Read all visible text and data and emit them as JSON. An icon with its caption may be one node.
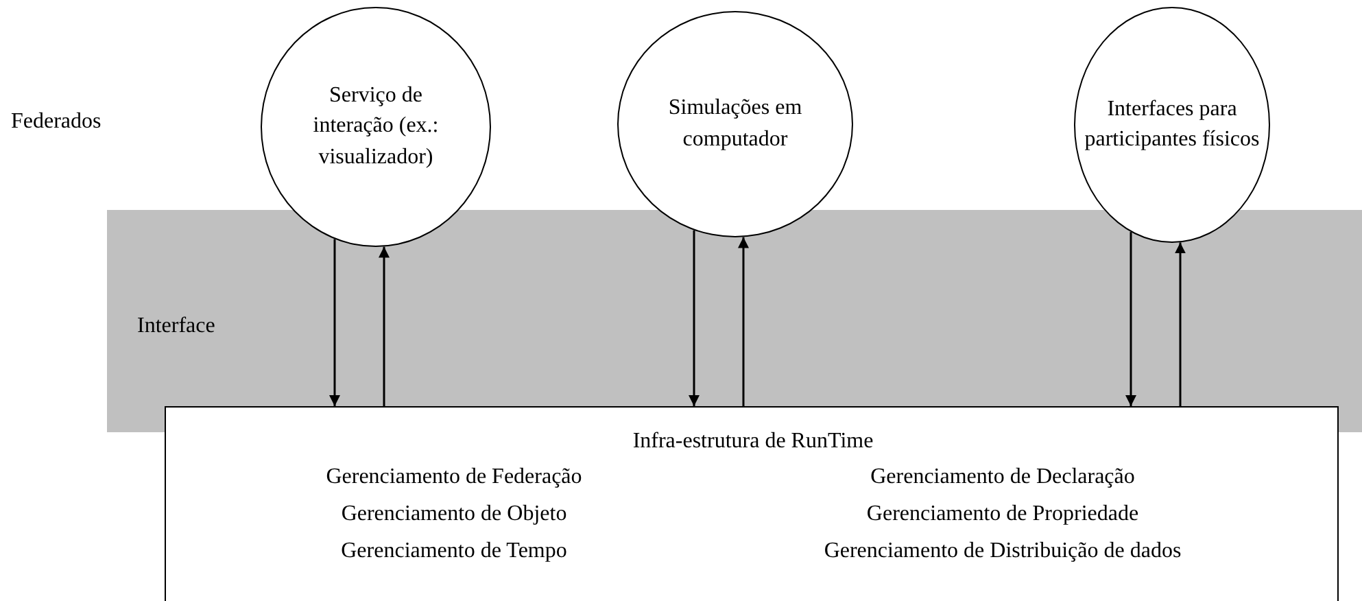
{
  "diagram": {
    "nodes": [
      {
        "text": [
          "Serviço de interação (ex.: visualizador)"
        ]
      },
      {
        "text": [
          "Simulações em computador"
        ]
      },
      {
        "text": [
          "Interfaces para participantes físicos"
        ]
      },
      {
        "text": [
          "Infra-estrutura de RunTime",
          "Gerenciamento de Federação",
          "Gerenciamento de Declaração",
          "Gerenciamento de Objeto",
          "Gerenciamento de Propriedade",
          "Gerenciamento de Tempo",
          "Gerenciamento de Distribuição de dados"
        ]
      }
    ],
    "edges": [
      {
        "from": 0,
        "to": 3,
        "arrow": "to"
      },
      {
        "from": 3,
        "to": 0,
        "arrow": "to"
      },
      {
        "from": 1,
        "to": 3,
        "arrow": "to"
      },
      {
        "from": 3,
        "to": 1,
        "arrow": "to"
      },
      {
        "from": 2,
        "to": 3,
        "arrow": "to"
      },
      {
        "from": 3,
        "to": 2,
        "arrow": "to"
      }
    ],
    "labels": [
      "Federados",
      "Interface"
    ]
  }
}
